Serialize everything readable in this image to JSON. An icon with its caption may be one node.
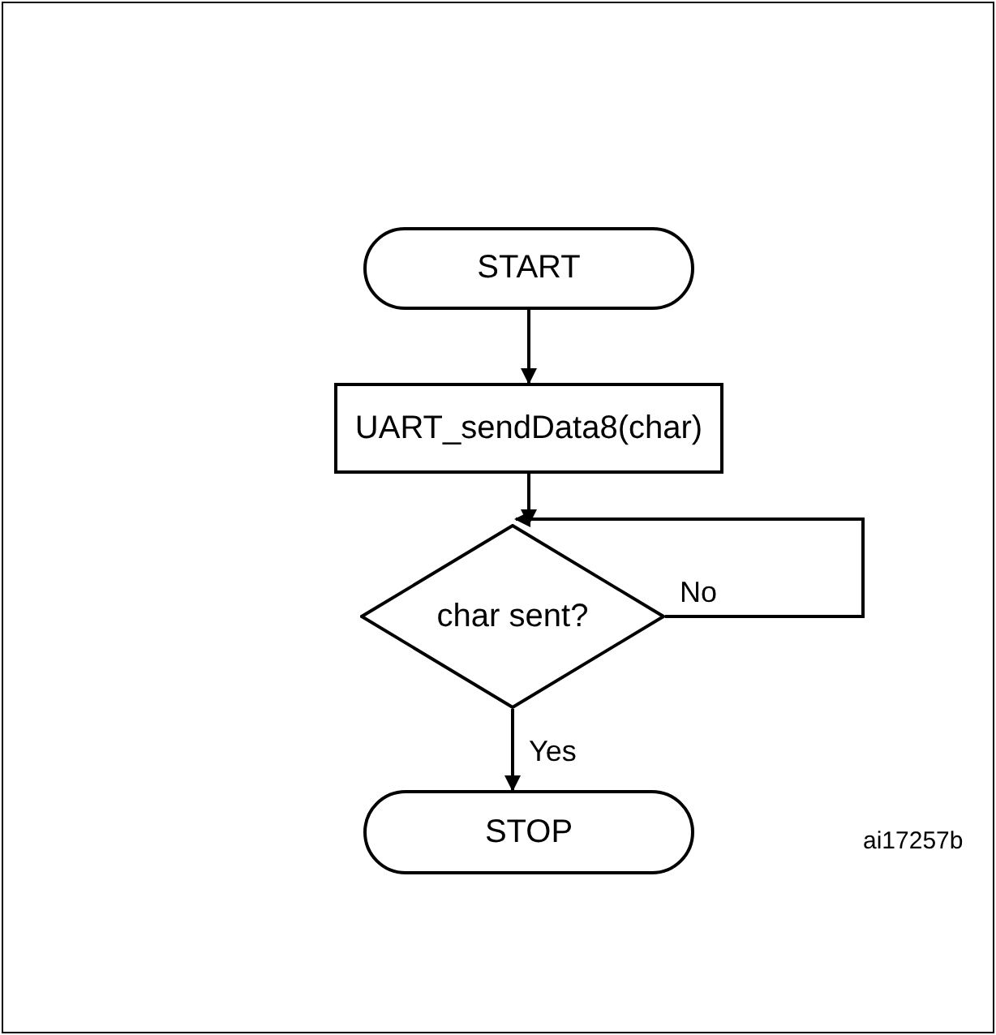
{
  "diagram": {
    "nodes": [
      {
        "text": [
          "START"
        ]
      },
      {
        "text": [
          "UART_sendData8(char)"
        ]
      },
      {
        "text": [
          "char sent?"
        ]
      },
      {
        "text": [
          "STOP"
        ]
      }
    ],
    "edges": [
      {
        "from": 0,
        "to": 1,
        "arrow": "to"
      },
      {
        "from": 1,
        "to": 2,
        "arrow": "to"
      },
      {
        "from": 2,
        "to": 2,
        "arrow": "to",
        "label": "No"
      },
      {
        "from": 2,
        "to": 3,
        "arrow": "to",
        "label": "Yes"
      }
    ],
    "labels": [
      "ai17257b"
    ]
  }
}
